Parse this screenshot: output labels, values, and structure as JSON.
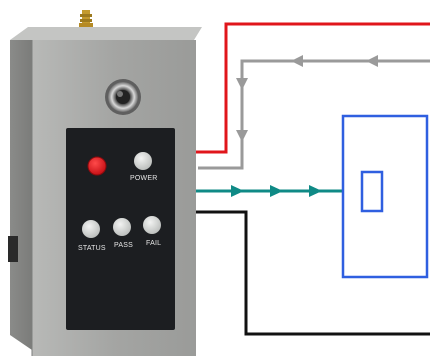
{
  "device": {
    "panel_labels": {
      "power": "POWER",
      "status": "STATUS",
      "pass": "PASS",
      "fail": "FAIL"
    },
    "colors": {
      "body_front": "#a9aaa8",
      "body_side": "#8e8f8d",
      "body_top": "#c4c5c3",
      "panel": "#1c1e21",
      "red_button": "#e8141b",
      "indicator_off": "#d6d8d6"
    }
  },
  "wires": {
    "power_red": {
      "color": "#e0151b"
    },
    "return_gray": {
      "color": "#9a9a9a",
      "arrow": "gray-arrow-icon"
    },
    "signal_teal": {
      "color": "#0f8a86",
      "arrow": "teal-arrow-icon"
    },
    "ground_black": {
      "color": "#111111"
    }
  },
  "target_box": {
    "outline_color": "#2f5fe0"
  }
}
